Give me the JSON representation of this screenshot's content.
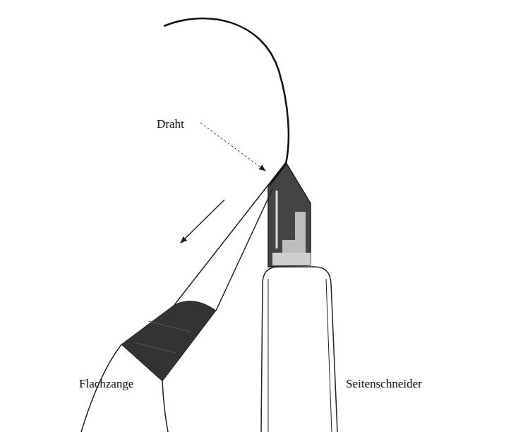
{
  "diagram": {
    "labels": [
      "Draht",
      "Flachzange",
      "Seitenschneider"
    ]
  }
}
